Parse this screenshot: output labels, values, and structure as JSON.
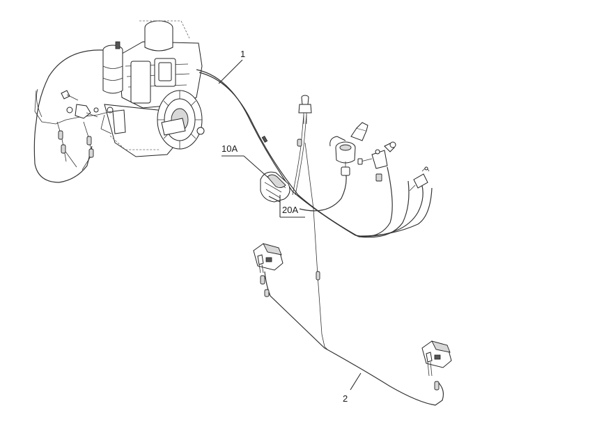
{
  "callouts": {
    "harness_main": "1",
    "harness_lights": "2",
    "fuse_10a": "10A",
    "fuse_20a": "20A"
  },
  "colors": {
    "line": "#2a2a2a",
    "background": "#ffffff"
  }
}
